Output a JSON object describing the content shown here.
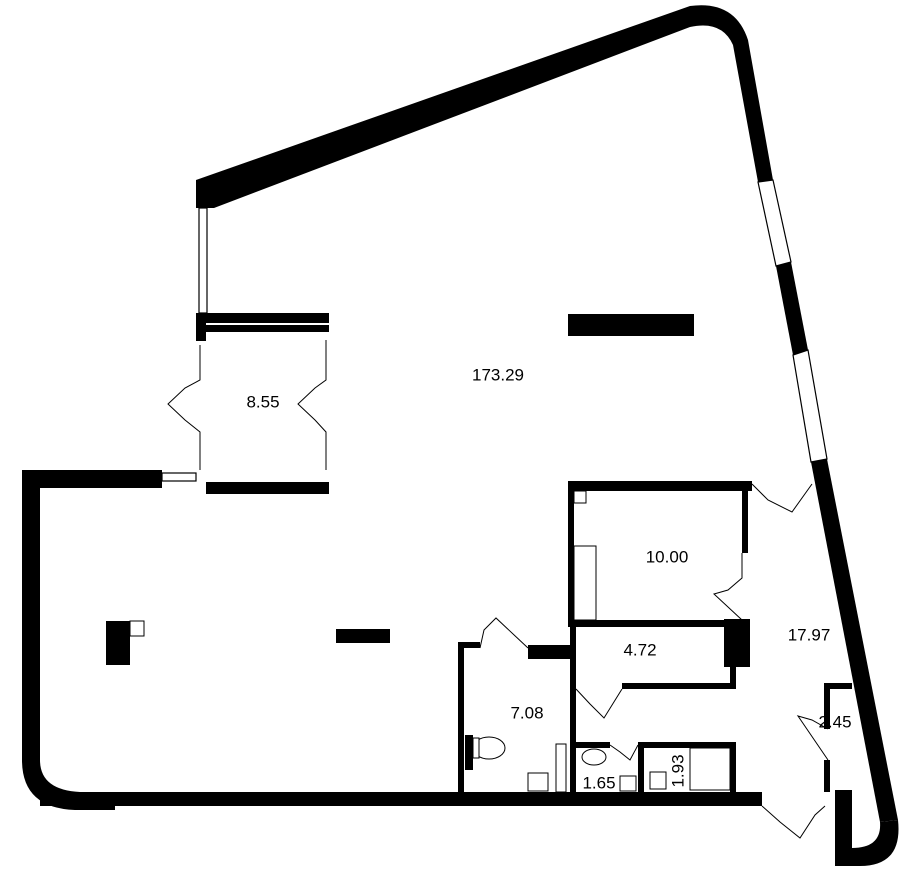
{
  "plan": {
    "rooms": [
      {
        "id": "living",
        "area": "173.29"
      },
      {
        "id": "room-a",
        "area": "8.55"
      },
      {
        "id": "room-b",
        "area": "10.00"
      },
      {
        "id": "room-c",
        "area": "4.72"
      },
      {
        "id": "hall",
        "area": "17.97"
      },
      {
        "id": "bath-1",
        "area": "7.08"
      },
      {
        "id": "wc",
        "area": "1.65"
      },
      {
        "id": "shower",
        "area": "1.93"
      },
      {
        "id": "closet",
        "area": "2.45"
      }
    ]
  }
}
